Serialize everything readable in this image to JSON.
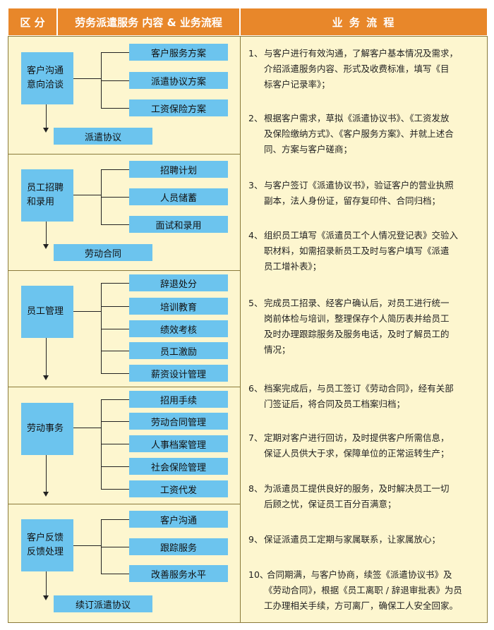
{
  "header": {
    "section_label": "区 分",
    "content_label": "劳务派遣服务 内容 & 业务流程",
    "process_label": "业  务  流  程"
  },
  "sections": [
    {
      "main": "客户沟通\n意向洽谈",
      "items": [
        "客户服务方案",
        "派遣协议方案",
        "工资保险方案"
      ],
      "result": "派遣协议"
    },
    {
      "main": "员工招聘\n和录用",
      "items": [
        "招聘计划",
        "人员储蓄",
        "面试和录用"
      ],
      "result": "劳动合同"
    },
    {
      "main": "员工管理",
      "items": [
        "辞退处分",
        "培训教育",
        "绩效考核",
        "员工激励",
        "薪资设计管理"
      ],
      "result": ""
    },
    {
      "main": "劳动事务",
      "items": [
        "招用手续",
        "劳动合同管理",
        "人事档案管理",
        "社会保险管理",
        "工资代发"
      ],
      "result": ""
    },
    {
      "main": "客户反馈\n反馈处理",
      "items": [
        "客户沟通",
        "跟踪服务",
        "改善服务水平"
      ],
      "result": "续订派遣协议"
    }
  ],
  "steps": [
    {
      "num": "1、",
      "lines": [
        "与客户进行有效沟通，了解客户基本情况及需求，",
        "介绍派遣服务内容、形式及收费标准，填写《目",
        "标客户记录率》；"
      ]
    },
    {
      "num": "2、",
      "lines": [
        "根据客户需求，草拟《派遣协议书》、《工资发放",
        "及保险缴纳方式》、《客户服务方案》、并就上述合",
        "同、方案与客户磋商；"
      ]
    },
    {
      "num": "3、",
      "lines": [
        "与客户签订《派遣协议书》，验证客户的营业执照",
        "副本，法人身份证，留存复印件、合同归档；"
      ]
    },
    {
      "num": "4、",
      "lines": [
        "组织员工填写《派遣员工个人情况登记表》交验入",
        "职材料，如需招录新员工及时与客户填写《派遣",
        "员工增补表》；"
      ]
    },
    {
      "num": "5、",
      "lines": [
        "完成员工招录、经客户确认后，对员工进行统一",
        "岗前体检与培训，整理保存个人简历表并给员工",
        "及时办理跟踪服务及服务电话，及时了解员工的",
        "情况；"
      ]
    },
    {
      "num": "6、",
      "lines": [
        "档案完成后，与员工签订《劳动合同》，经有关部",
        "门签证后，将合同及员工档案归档；"
      ]
    },
    {
      "num": "7、",
      "lines": [
        "定期对客户进行回访，及时提供客户所需信息，",
        "保证人员供大于求，保障单位的正常运转生产；"
      ]
    },
    {
      "num": "8、",
      "lines": [
        "为派遣员工提供良好的服务，及时解决员工一切",
        "后顾之忧，保证员工百分百满意；"
      ]
    },
    {
      "num": "9、",
      "lines": [
        "保证派遣员工定期与家属联系，让家属放心；"
      ]
    },
    {
      "num": "10、",
      "lines": [
        "合同期满，与客户协商，续签《派遣协议书》及",
        "《劳动合同》，根据《员工离职 / 辞退审批表》为员",
        "工办理相关手续，方可离厂，确保工人安全回家。"
      ]
    }
  ],
  "colors": {
    "header": "#e8872a",
    "panel": "#fdf6cf",
    "box": "#6cc4ee"
  }
}
